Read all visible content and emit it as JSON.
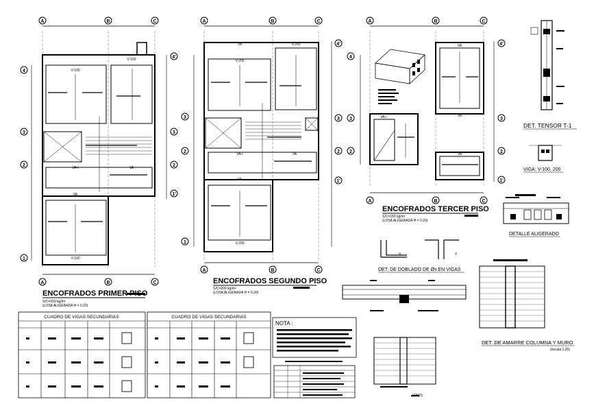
{
  "plans": {
    "p1": {
      "title": "ENCOFRADOS PRIMER PISO",
      "sub1": "S/C=200 kg/m²",
      "sub2": "(LOSA ALIGERADA H = 0.20)"
    },
    "p2": {
      "title": "ENCOFRADOS SEGUNDO PISO",
      "sub1": "S/C=200 kg/m²",
      "sub2": "(LOSA ALIGERADA H = 0.20)"
    },
    "p3": {
      "title": "ENCOFRADOS TERCER PISO",
      "sub1": "S/C=150 kg/m²",
      "sub2": "(LOSA ALIGERADA H = 0.20)"
    }
  },
  "axes": {
    "cols": [
      "A",
      "B",
      "C"
    ],
    "rows": [
      "4'",
      "4",
      "3",
      "2",
      "1'",
      "1"
    ]
  },
  "beams": {
    "v100": "V-100",
    "v200": "V-200",
    "va": "VA",
    "va1": "VA-I"
  },
  "details": {
    "tensor": "DET. TENSOR T-1",
    "viga": "VIGA: V-100, 200",
    "aligerado": "DETALLE ALIGERADO",
    "doblado": "DET. DE DOBLADO DE Øs EN VIGAS",
    "amarre": "DET. DE AMARRE COLUMNA Y MURO",
    "escala": "(escala 1:25)",
    "tipo": "(TIPO)"
  },
  "tables": {
    "t1": "CUADRO DE VIGAS SECUNDARIAS",
    "t2": "CUADRO DE VIGAS SECUNDARIAS"
  },
  "nota": {
    "title": "NOTA :"
  }
}
